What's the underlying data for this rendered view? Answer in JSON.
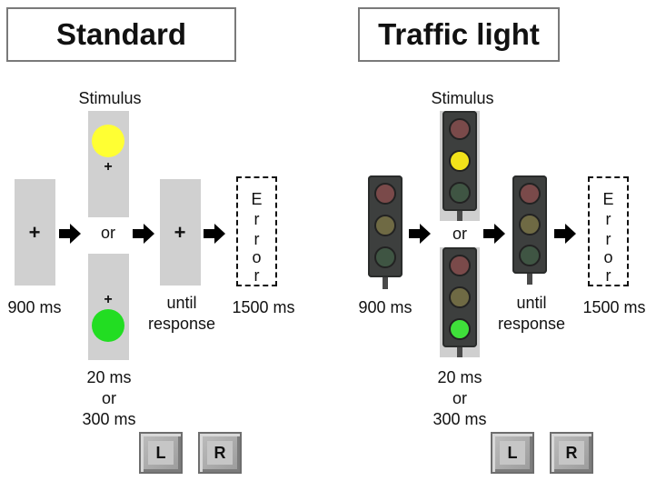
{
  "panels": {
    "standard": {
      "title": "Standard",
      "stimulus_label": "Stimulus",
      "fixation": "+",
      "or_label": "or",
      "t1": "900 ms",
      "t2": [
        "20 ms",
        "or",
        "300 ms"
      ],
      "t3": [
        "until",
        "response"
      ],
      "t4": "1500 ms",
      "error_letters": [
        "E",
        "r",
        "r",
        "o",
        "r"
      ],
      "keys": [
        "L",
        "R"
      ]
    },
    "traffic": {
      "title": "Traffic light",
      "stimulus_label": "Stimulus",
      "or_label": "or",
      "t1": "900 ms",
      "t2": [
        "20 ms",
        "or",
        "300 ms"
      ],
      "t3": [
        "until",
        "response"
      ],
      "t4": "1500 ms",
      "error_letters": [
        "E",
        "r",
        "r",
        "o",
        "r"
      ],
      "keys": [
        "L",
        "R"
      ]
    }
  },
  "colors": {
    "yellow": "#ffff33",
    "green": "#22dd22",
    "card": "#d0d0d0",
    "lamp_red_off": "#7a4a4a",
    "lamp_yellow_off": "#6f6a44",
    "lamp_green_off": "#3f5543",
    "lamp_yellow_on": "#f2e21a",
    "lamp_green_on": "#3fe03a"
  }
}
